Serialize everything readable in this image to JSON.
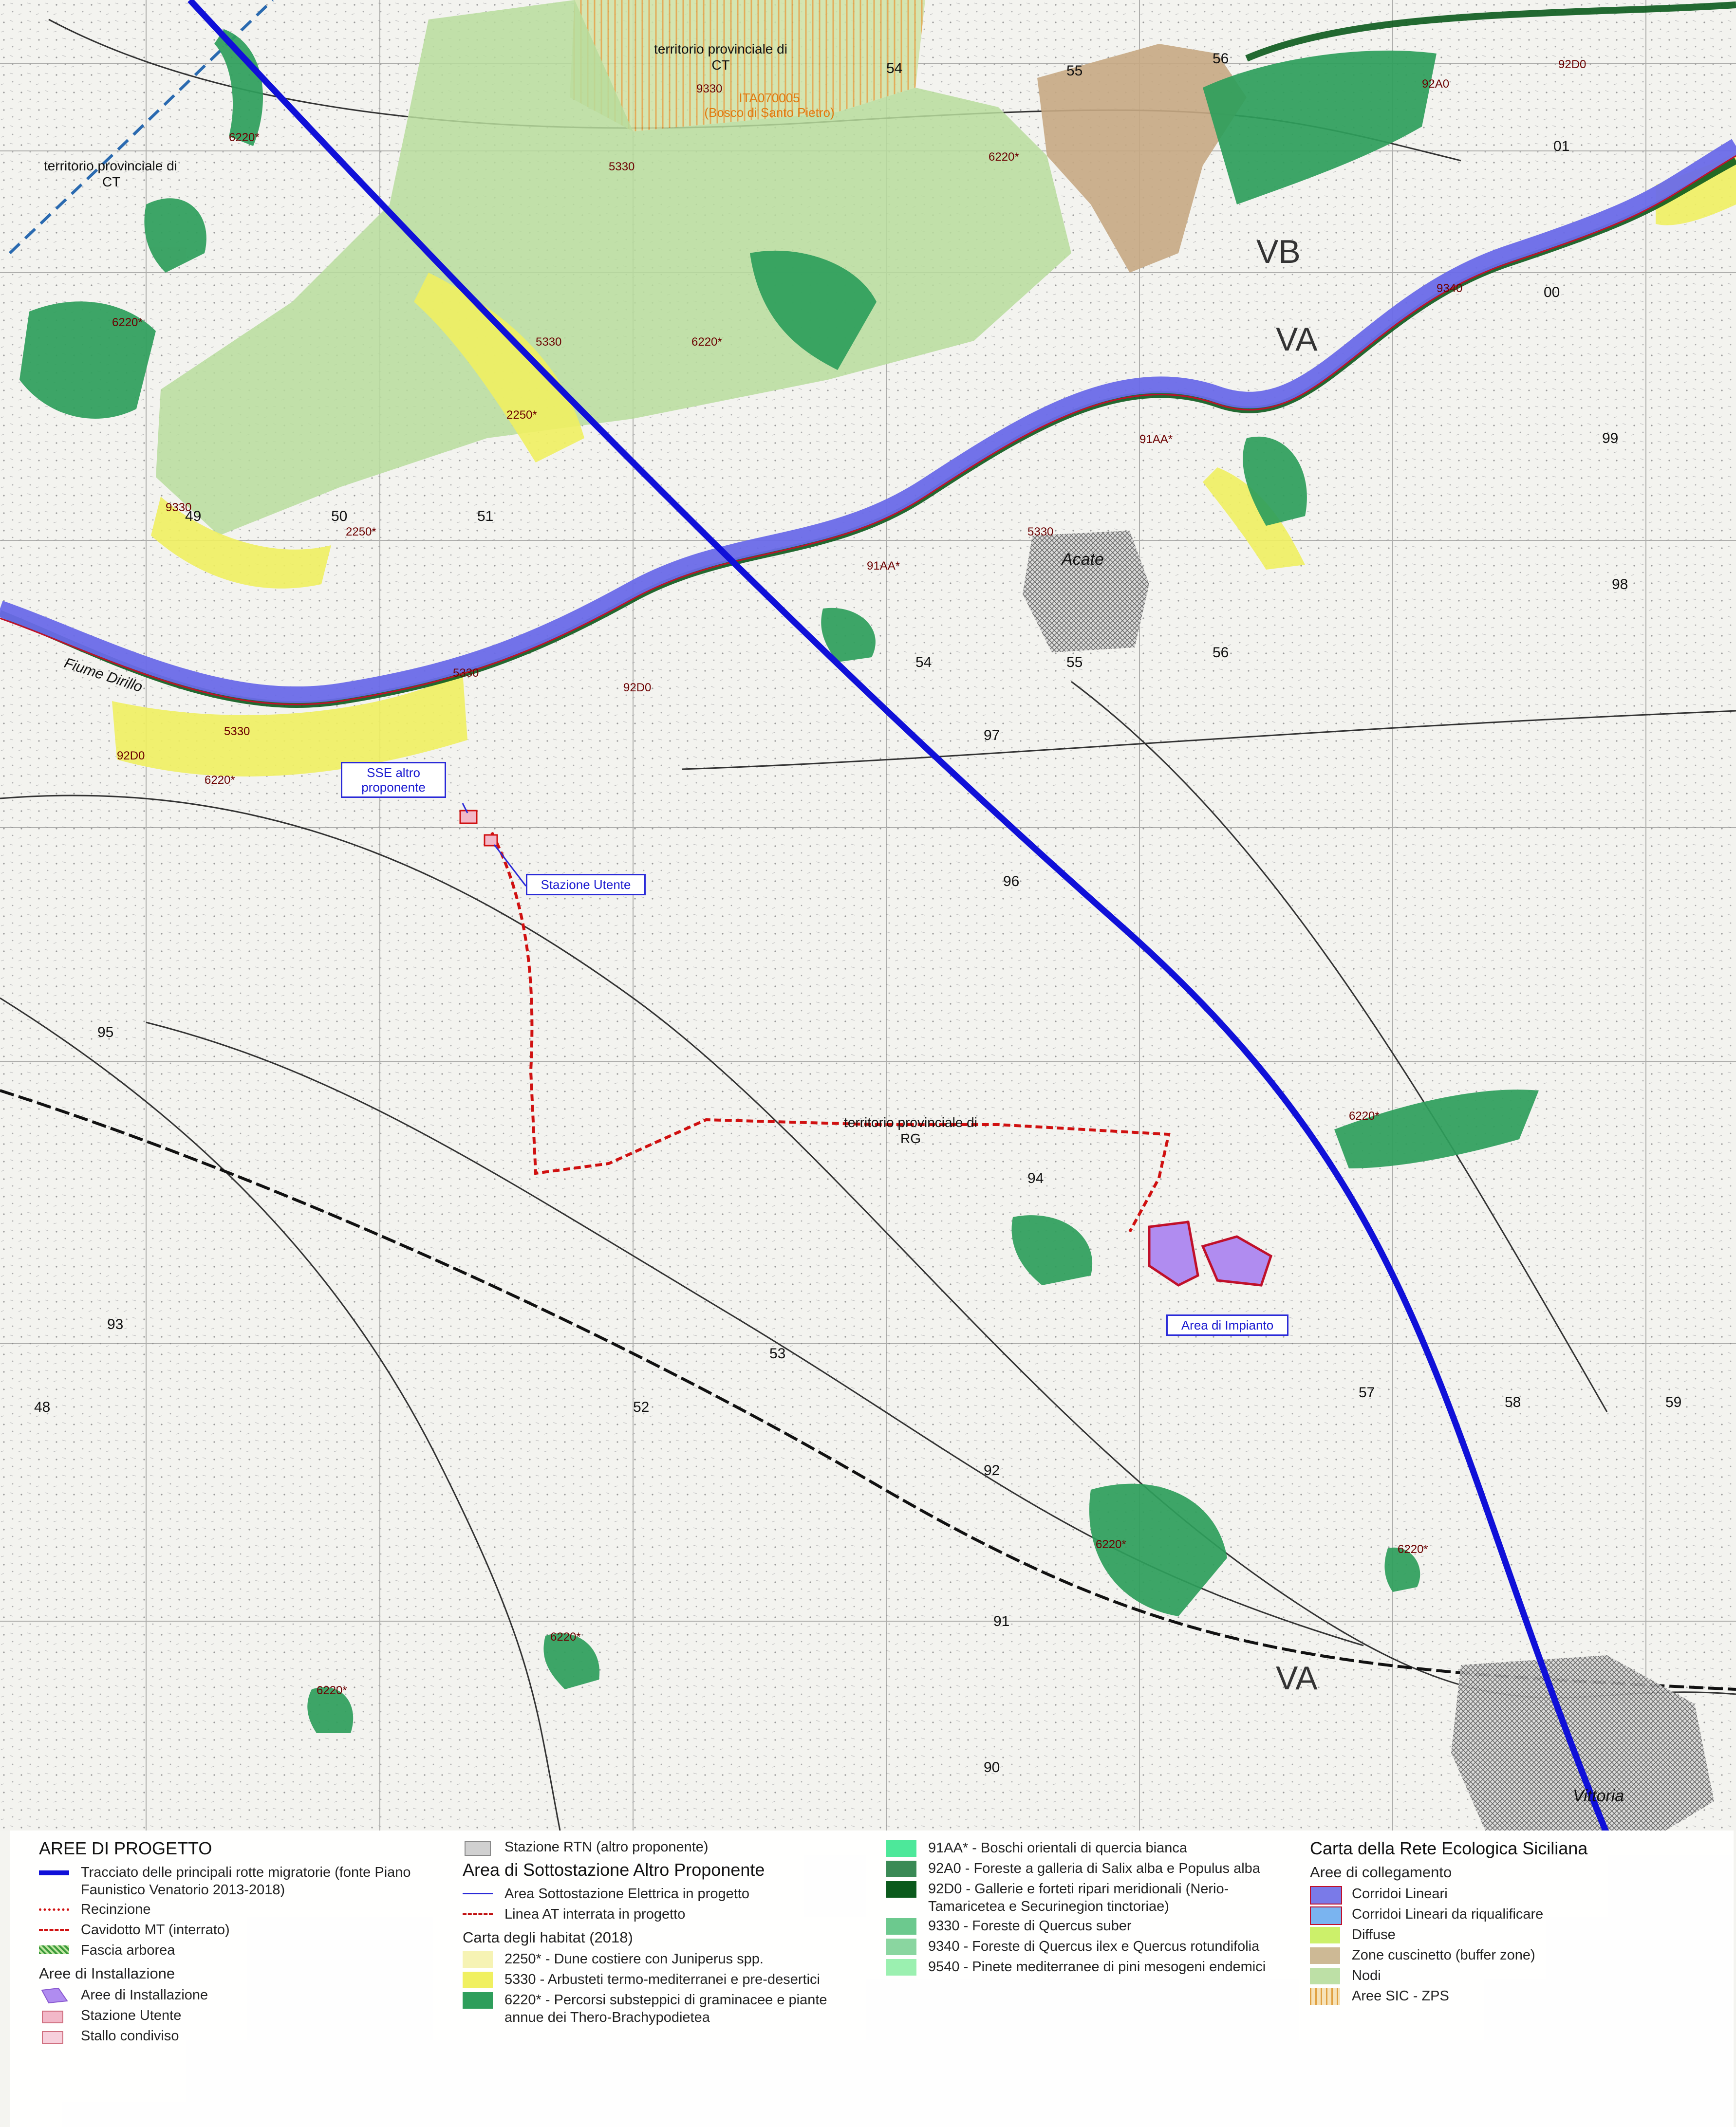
{
  "labels": {
    "prov_ct_top": "territorio provinciale di",
    "prov_ct_top2": "CT",
    "prov_ct_left": "territorio provinciale di",
    "prov_ct_left2": "CT",
    "prov_rg": "territorio provinciale di",
    "prov_rg2": "RG",
    "sic_code": "ITA070005",
    "sic_name": "(Bosco di Santo Pietro)",
    "town_acate": "Acate",
    "town_vittoria": "Vittoria",
    "river": "Fiume Dirillo",
    "grid_vb": "VB",
    "grid_va_top": "VA",
    "grid_va_bottom": "VA"
  },
  "callouts": {
    "sse": "SSE altro proponente",
    "stazione": "Stazione Utente",
    "area_impianto": "Area di Impianto"
  },
  "grid_numbers": [
    "54",
    "55",
    "56",
    "50",
    "51",
    "52",
    "53",
    "54",
    "55",
    "56",
    "57",
    "58",
    "59",
    "97",
    "96",
    "95",
    "94",
    "93",
    "92",
    "91",
    "90",
    "99",
    "98",
    "00",
    "01",
    "48",
    "49"
  ],
  "habitat_codes": [
    "6220*",
    "5330",
    "9330",
    "92D0",
    "9340",
    "2250*",
    "92A0",
    "91AA*"
  ],
  "legend": {
    "col1": {
      "title": "AREE DI PROGETTO",
      "items": [
        {
          "label": "Tracciato delle principali rotte migratorie (fonte Piano Faunistico Venatorio 2013-2018)"
        },
        {
          "label": "Recinzione"
        },
        {
          "label": "Cavidotto MT (interrato)"
        },
        {
          "label": "Fascia arborea"
        }
      ],
      "subtitle": "Aree di Installazione",
      "items2": [
        {
          "label": "Aree di Installazione"
        },
        {
          "label": "Stazione Utente"
        },
        {
          "label": "Stallo condiviso"
        }
      ]
    },
    "col2": {
      "top_item": "Stazione RTN (altro proponente)",
      "title": "Area di Sottostazione Altro Proponente",
      "items": [
        {
          "label": "Area Sottostazione Elettrica in progetto"
        },
        {
          "label": "Linea AT interrata in progetto"
        }
      ],
      "subtitle": "Carta degli habitat (2018)",
      "habitats": [
        {
          "label": "2250* - Dune costiere con Juniperus spp.",
          "color": "#f6f3b4"
        },
        {
          "label": "5330 - Arbusteti termo-mediterranei e pre-desertici",
          "color": "#f0f060"
        },
        {
          "label": "6220* - Percorsi substeppici di graminacee e piante annue dei Thero-Brachypodietea",
          "color": "#2e9e5b"
        }
      ]
    },
    "col3": {
      "habitats": [
        {
          "label": "91AA* - Boschi orientali di quercia bianca",
          "color": "#4de89a"
        },
        {
          "label": "92A0 - Foreste a galleria di Salix alba e Populus alba",
          "color": "#3a8a55"
        },
        {
          "label": "92D0 - Gallerie e forteti ripari meridionali (Nerio-Tamaricetea e Securinegion tinctoriae)",
          "color": "#0b5a1c"
        },
        {
          "label": "9330 - Foreste di Quercus suber",
          "color": "#6cc98e"
        },
        {
          "label": "9340 - Foreste di Quercus ilex e Quercus rotundifolia",
          "color": "#8ad6a0"
        },
        {
          "label": "9540 - Pinete mediterranee di pini mesogeni endemici",
          "color": "#9bf0b0"
        }
      ]
    },
    "col4": {
      "title": "Carta della Rete Ecologica Siciliana",
      "subtitle": "Aree di collegamento",
      "items": [
        {
          "label": "Corridoi Lineari",
          "color": "#7a7ae8"
        },
        {
          "label": "Corridoi Lineari da riqualificare",
          "color": "#7ab4f0"
        },
        {
          "label": "Diffuse",
          "color": "#ccf06a"
        },
        {
          "label": "Zone cuscinetto (buffer zone)",
          "color": "#cdb995"
        },
        {
          "label": "Nodi",
          "color": "#bde0a6"
        },
        {
          "label": "Aree SIC - ZPS",
          "color": "#f2c27a"
        }
      ]
    }
  },
  "colors": {
    "route": "#1010d8",
    "cable": "#d01010",
    "corridor": "#6a6ae8",
    "corridor_edge": "#c0102a",
    "habitat_6220": "#2e9e5b",
    "habitat_5330": "#f0f060",
    "buffer": "#cdb995",
    "nodi": "#bde0a6",
    "installation": "#b08cf0"
  }
}
